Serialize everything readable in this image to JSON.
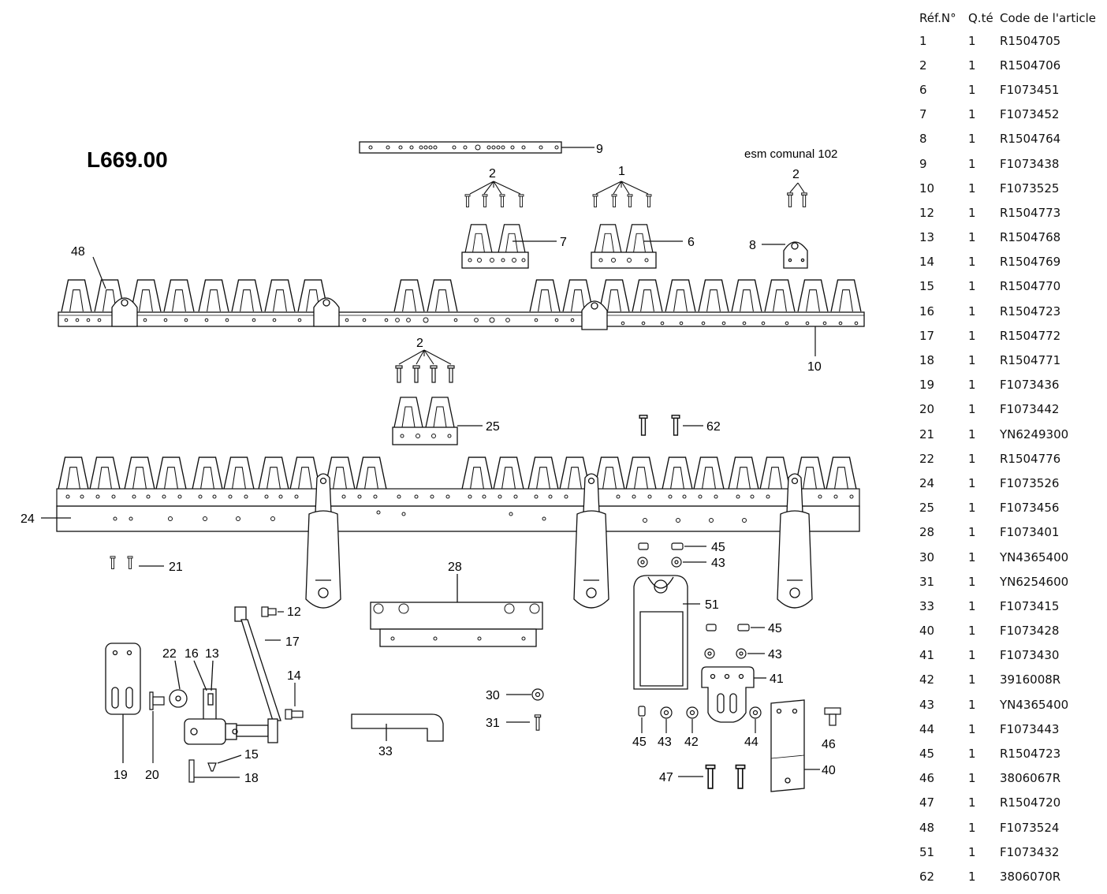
{
  "diagram": {
    "title": "L669.00",
    "subtitle": "esm comunal 102",
    "callouts": {
      "n1": "1",
      "n2a": "2",
      "n2b": "2",
      "n2c": "2",
      "n6": "6",
      "n7": "7",
      "n8": "8",
      "n9": "9",
      "n10": "10",
      "n12": "12",
      "n13": "13",
      "n14": "14",
      "n15": "15",
      "n16": "16",
      "n17": "17",
      "n18": "18",
      "n19": "19",
      "n20": "20",
      "n21": "21",
      "n22": "22",
      "n24": "24",
      "n25": "25",
      "n28": "28",
      "n30": "30",
      "n31": "31",
      "n33": "33",
      "n40": "40",
      "n41": "41",
      "n42": "42",
      "n43a": "43",
      "n43b": "43",
      "n43c": "43",
      "n44": "44",
      "n45a": "45",
      "n45b": "45",
      "n45c": "45",
      "n46": "46",
      "n47": "47",
      "n48": "48",
      "n51": "51",
      "n62": "62"
    }
  },
  "parts_table": {
    "headers": {
      "ref": "Réf.N°",
      "qty": "Q.té",
      "code": "Code de l'article"
    },
    "rows": [
      {
        "ref": "1",
        "qty": "1",
        "code": "R1504705"
      },
      {
        "ref": "2",
        "qty": "1",
        "code": "R1504706"
      },
      {
        "ref": "6",
        "qty": "1",
        "code": "F1073451"
      },
      {
        "ref": "7",
        "qty": "1",
        "code": "F1073452"
      },
      {
        "ref": "8",
        "qty": "1",
        "code": "R1504764"
      },
      {
        "ref": "9",
        "qty": "1",
        "code": "F1073438"
      },
      {
        "ref": "10",
        "qty": "1",
        "code": "F1073525"
      },
      {
        "ref": "12",
        "qty": "1",
        "code": "R1504773"
      },
      {
        "ref": "13",
        "qty": "1",
        "code": "R1504768"
      },
      {
        "ref": "14",
        "qty": "1",
        "code": "R1504769"
      },
      {
        "ref": "15",
        "qty": "1",
        "code": "R1504770"
      },
      {
        "ref": "16",
        "qty": "1",
        "code": "R1504723"
      },
      {
        "ref": "17",
        "qty": "1",
        "code": "R1504772"
      },
      {
        "ref": "18",
        "qty": "1",
        "code": "R1504771"
      },
      {
        "ref": "19",
        "qty": "1",
        "code": "F1073436"
      },
      {
        "ref": "20",
        "qty": "1",
        "code": "F1073442"
      },
      {
        "ref": "21",
        "qty": "1",
        "code": "YN6249300"
      },
      {
        "ref": "22",
        "qty": "1",
        "code": "R1504776"
      },
      {
        "ref": "24",
        "qty": "1",
        "code": "F1073526"
      },
      {
        "ref": "25",
        "qty": "1",
        "code": "F1073456"
      },
      {
        "ref": "28",
        "qty": "1",
        "code": "F1073401"
      },
      {
        "ref": "30",
        "qty": "1",
        "code": "YN4365400"
      },
      {
        "ref": "31",
        "qty": "1",
        "code": "YN6254600"
      },
      {
        "ref": "33",
        "qty": "1",
        "code": "F1073415"
      },
      {
        "ref": "40",
        "qty": "1",
        "code": "F1073428"
      },
      {
        "ref": "41",
        "qty": "1",
        "code": "F1073430"
      },
      {
        "ref": "42",
        "qty": "1",
        "code": "3916008R"
      },
      {
        "ref": "43",
        "qty": "1",
        "code": "YN4365400"
      },
      {
        "ref": "44",
        "qty": "1",
        "code": "F1073443"
      },
      {
        "ref": "45",
        "qty": "1",
        "code": "R1504723"
      },
      {
        "ref": "46",
        "qty": "1",
        "code": "3806067R"
      },
      {
        "ref": "47",
        "qty": "1",
        "code": "R1504720"
      },
      {
        "ref": "48",
        "qty": "1",
        "code": "F1073524"
      },
      {
        "ref": "51",
        "qty": "1",
        "code": "F1073432"
      },
      {
        "ref": "62",
        "qty": "1",
        "code": "3806070R"
      }
    ]
  }
}
